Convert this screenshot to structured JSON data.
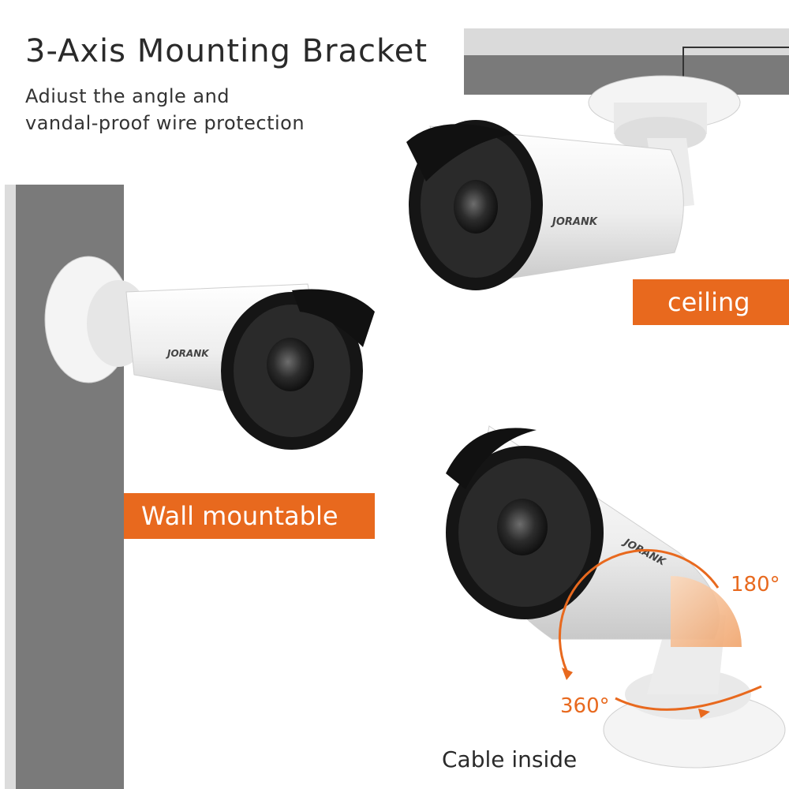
{
  "heading": "3-Axis Mounting Bracket",
  "subtitle_line1": "Adiust the angle and",
  "subtitle_line2": "vandal-proof wire protection",
  "labels": {
    "ceiling": "ceiling",
    "wall": "Wall mountable",
    "rotation_180": "180°",
    "rotation_360": "360°",
    "cable": "Cable inside"
  },
  "brand": "JORANK",
  "colors": {
    "accent": "#e8691e",
    "wall": "#7a7a7a",
    "camera_body": "#f2f2f2",
    "lens_ring": "#1a1a1a"
  }
}
